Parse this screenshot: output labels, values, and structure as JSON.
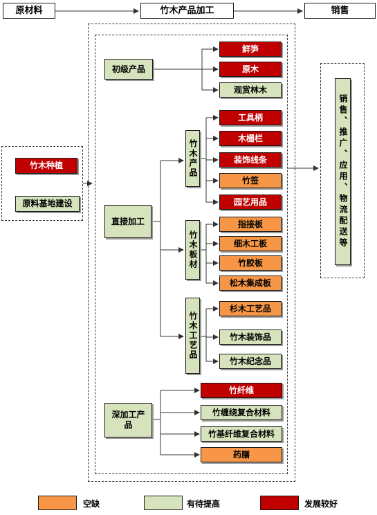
{
  "stages": {
    "raw": "原材料",
    "processing": "竹木产品加工",
    "sales": "销售"
  },
  "raw_items": {
    "planting": "竹木种植",
    "base": "原料基地建设"
  },
  "primary": {
    "label": "初级产品",
    "items": [
      "鲜笋",
      "原木",
      "观赏林木"
    ],
    "status": [
      "发展较好",
      "发展较好",
      "有待提高"
    ]
  },
  "direct": {
    "label": "直接加工",
    "bamboo_products": {
      "label": "竹木产品",
      "items": [
        "工具柄",
        "木栅栏",
        "装饰线条",
        "竹签",
        "园艺用品"
      ],
      "status": [
        "发展较好",
        "发展较好",
        "发展较好",
        "空缺",
        "发展较好"
      ]
    },
    "boards": {
      "label": "竹木板材",
      "items": [
        "指接板",
        "细木工板",
        "竹胶板",
        "松木集成板"
      ],
      "status": [
        "空缺",
        "空缺",
        "空缺",
        "空缺"
      ]
    },
    "crafts": {
      "label": "竹木工艺品",
      "items": [
        "杉木工艺品",
        "竹木装饰品",
        "竹木纪念品"
      ],
      "status": [
        "空缺",
        "有待提高",
        "有待提高"
      ]
    }
  },
  "deep": {
    "label": "深加工产品",
    "items": [
      "竹纤维",
      "竹缠绕复合材料",
      "竹基纤维复合材料",
      "药膳"
    ],
    "status": [
      "发展较好",
      "有待提高",
      "有待提高",
      "空缺"
    ]
  },
  "sales_box": "销售、推广、应用、物流配送等",
  "legend": [
    {
      "label": "空缺",
      "color": "#f79646"
    },
    {
      "label": "有待提高",
      "color": "#d6e3bc"
    },
    {
      "label": "发展较好",
      "color": "#c00000"
    }
  ]
}
